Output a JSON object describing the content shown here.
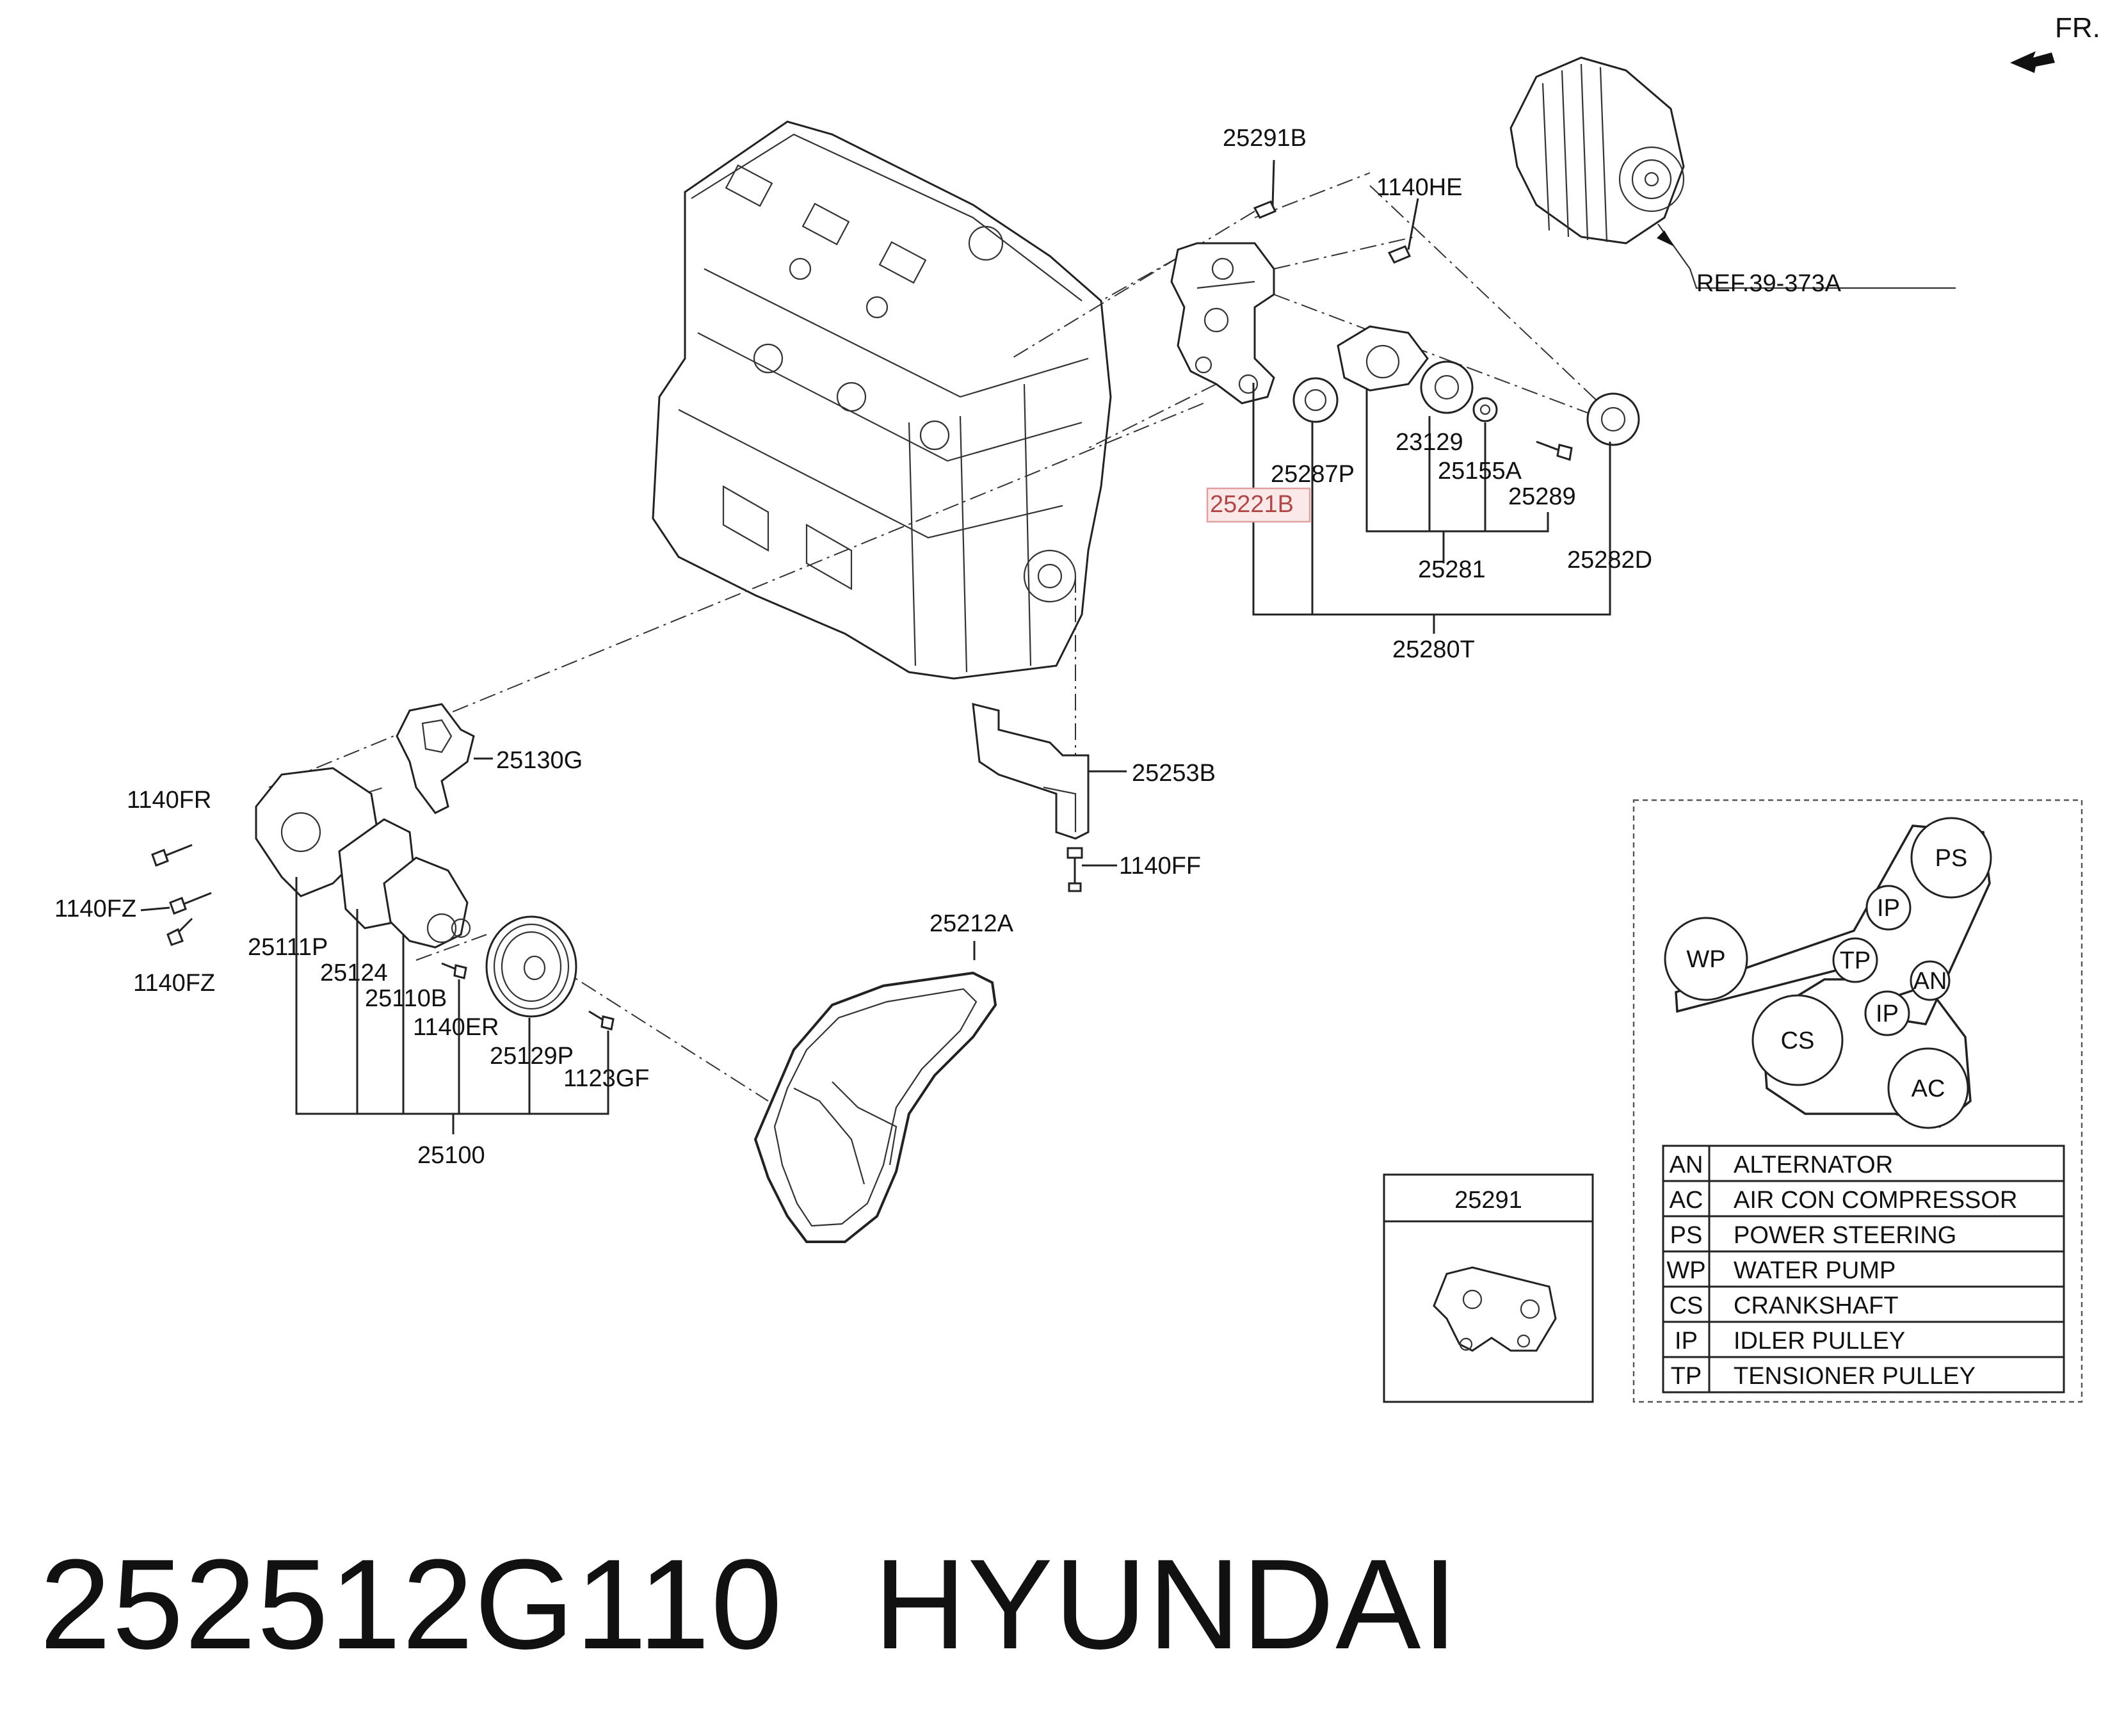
{
  "orientation": {
    "label": "FR."
  },
  "reference": {
    "label": "REF.39-373A"
  },
  "part_labels": {
    "p25291B": "25291B",
    "p1140HE": "1140HE",
    "p23129": "23129",
    "p25155A": "25155A",
    "p25289": "25289",
    "p25287P": "25287P",
    "p25221B": "25221B",
    "p25281": "25281",
    "p25282D": "25282D",
    "p25280T": "25280T",
    "p25130G": "25130G",
    "p25253B": "25253B",
    "p1140FF": "1140FF",
    "p1140FR": "1140FR",
    "p1140FZa": "1140FZ",
    "p1140FZb": "1140FZ",
    "p25111P": "25111P",
    "p25124": "25124",
    "p25110B": "25110B",
    "p1140ER": "1140ER",
    "p25129P": "25129P",
    "p1123GF": "1123GF",
    "p25100": "25100",
    "p25212A": "25212A"
  },
  "highlight": {
    "part": "25221B",
    "color": "#e0a0a0"
  },
  "inset": {
    "title": "25291"
  },
  "belt_diagram": {
    "pulleys": {
      "ps": "PS",
      "ip1": "IP",
      "wp": "WP",
      "tp": "TP",
      "an": "AN",
      "ip2": "IP",
      "cs": "CS",
      "ac": "AC"
    }
  },
  "legend": [
    {
      "code": "AN",
      "name": "ALTERNATOR"
    },
    {
      "code": "AC",
      "name": "AIR CON COMPRESSOR"
    },
    {
      "code": "PS",
      "name": "POWER STEERING"
    },
    {
      "code": "WP",
      "name": "WATER PUMP"
    },
    {
      "code": "CS",
      "name": "CRANKSHAFT"
    },
    {
      "code": "IP",
      "name": "IDLER PULLEY"
    },
    {
      "code": "TP",
      "name": "TENSIONER PULLEY"
    }
  ],
  "footer": {
    "part_number": "252512G110",
    "brand": "HYUNDAI"
  }
}
